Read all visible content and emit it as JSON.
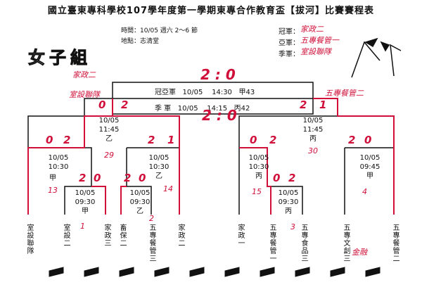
{
  "title": "國立臺東專科學校107學年度第一學期東專合作教育盃【拔河】比賽賽程表",
  "info": {
    "time": "時間：10/05 週六 2～6 節",
    "place": "地點：志清堂"
  },
  "section": "女子組",
  "medals": {
    "champion_label": "冠軍：",
    "champion": "家政二",
    "runnerup_label": "亞軍：",
    "runnerup": "五專餐管一",
    "third_label": "季軍：",
    "third": "室設聯隊"
  },
  "finals": {
    "final": {
      "label": "冠亞軍",
      "date": "10/05",
      "time": "14:30",
      "court": "甲43"
    },
    "third": {
      "label": "季 軍",
      "date": "10/05",
      "time": "14:15",
      "court": "丙42"
    }
  },
  "matches": {
    "left_semi": {
      "date": "10/05",
      "time": "11:45",
      "court": "乙",
      "num": "29"
    },
    "right_semi": {
      "date": "10/05",
      "time": "11:45",
      "court": "丙",
      "num": "30"
    },
    "l_qf1": {
      "date": "10/05",
      "time": "10:30",
      "court": "甲",
      "num": "13"
    },
    "l_qf2": {
      "date": "10/05",
      "time": "10:30",
      "court": "乙",
      "num": "14"
    },
    "r_qf1": {
      "date": "10/05",
      "time": "10:30",
      "court": "丙",
      "num": "15"
    },
    "r_qf2": {
      "date": "10/05",
      "time": "09:45",
      "court": "甲",
      "num": "4"
    },
    "l_r1a": {
      "date": "10/05",
      "time": "09:30",
      "court": "甲",
      "num": "1"
    },
    "l_r1b": {
      "date": "10/05",
      "time": "09:30",
      "court": "乙",
      "num": "2"
    },
    "r_r1a": {
      "date": "10/05",
      "time": "09:30",
      "court": "丙",
      "num": "3"
    }
  },
  "teams": [
    "室設聯隊",
    "室設二",
    "家政三",
    "畜保二",
    "五專餐管三",
    "家政二",
    "家政一",
    "五專餐管一",
    "五專食品三",
    "五專文創三",
    "五專餐管二"
  ],
  "annotations": {
    "final_score": "2 : 0",
    "third_score": "2 : 0",
    "note_left_a": "家政二",
    "note_left_b": "室設聯隊",
    "note_right": "五專餐管二",
    "note_bottom": "金融",
    "scores": [
      "0",
      "2",
      "2",
      "1",
      "0",
      "2",
      "2",
      "1",
      "0",
      "2",
      "2",
      "0",
      "2",
      "0",
      "2",
      "0",
      "0",
      "2"
    ]
  },
  "colors": {
    "ink": "#111111",
    "annotation": "#d0103a"
  }
}
